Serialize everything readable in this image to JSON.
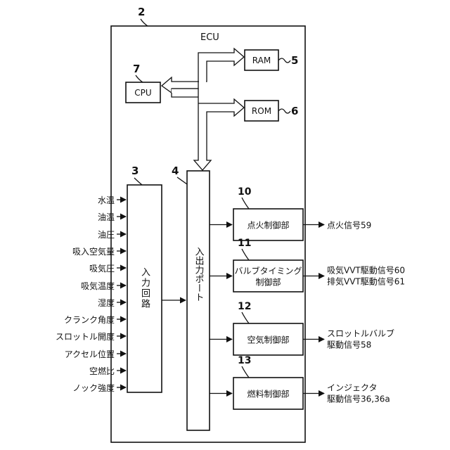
{
  "diagram": {
    "ecu_ref": "2",
    "ecu_label": "ECU",
    "cpu": {
      "label": "CPU",
      "ref": "7"
    },
    "ram": {
      "label": "RAM",
      "ref": "5"
    },
    "rom": {
      "label": "ROM",
      "ref": "6"
    },
    "input_circuit": {
      "label": "入力回路",
      "ref": "3"
    },
    "io_port": {
      "label": "入出力ポート",
      "ref": "4"
    },
    "inputs": [
      "水温",
      "油温",
      "油圧",
      "吸入空気量",
      "吸気圧",
      "吸気温度",
      "湿度",
      "クランク角度",
      "スロットル開度",
      "アクセル位置",
      "空燃比",
      "ノック強度"
    ],
    "controllers": [
      {
        "ref": "10",
        "lines": [
          "点火制御部"
        ],
        "outputs": [
          "点火信号59"
        ]
      },
      {
        "ref": "11",
        "lines": [
          "バルブタイミング",
          "制御部"
        ],
        "outputs": [
          "吸気VVT駆動信号60",
          "排気VVT駆動信号61"
        ]
      },
      {
        "ref": "12",
        "lines": [
          "空気制御部"
        ],
        "outputs": [
          "スロットルバルブ",
          "駆動信号58"
        ]
      },
      {
        "ref": "13",
        "lines": [
          "燃料制御部"
        ],
        "outputs": [
          "インジェクタ",
          "駆動信号36,36a"
        ]
      }
    ]
  }
}
